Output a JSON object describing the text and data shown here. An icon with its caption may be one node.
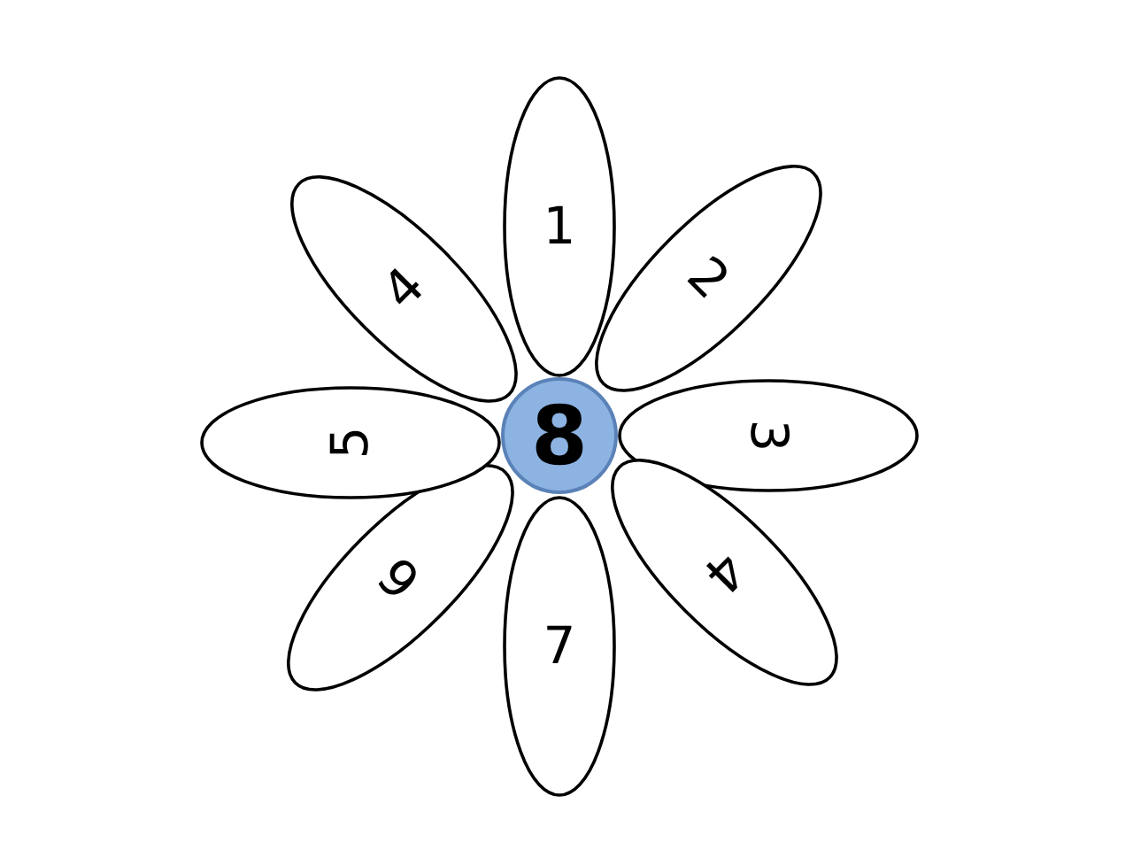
{
  "diagram": {
    "nodes": [
      {
        "text": [
          "1"
        ]
      },
      {
        "text": [
          "2"
        ]
      },
      {
        "text": [
          "3"
        ]
      },
      {
        "text": [
          "4"
        ]
      },
      {
        "text": [
          "7"
        ]
      },
      {
        "text": [
          "6"
        ]
      },
      {
        "text": [
          "5"
        ]
      },
      {
        "text": [
          "4"
        ]
      },
      {
        "text": [
          "8"
        ]
      }
    ]
  }
}
